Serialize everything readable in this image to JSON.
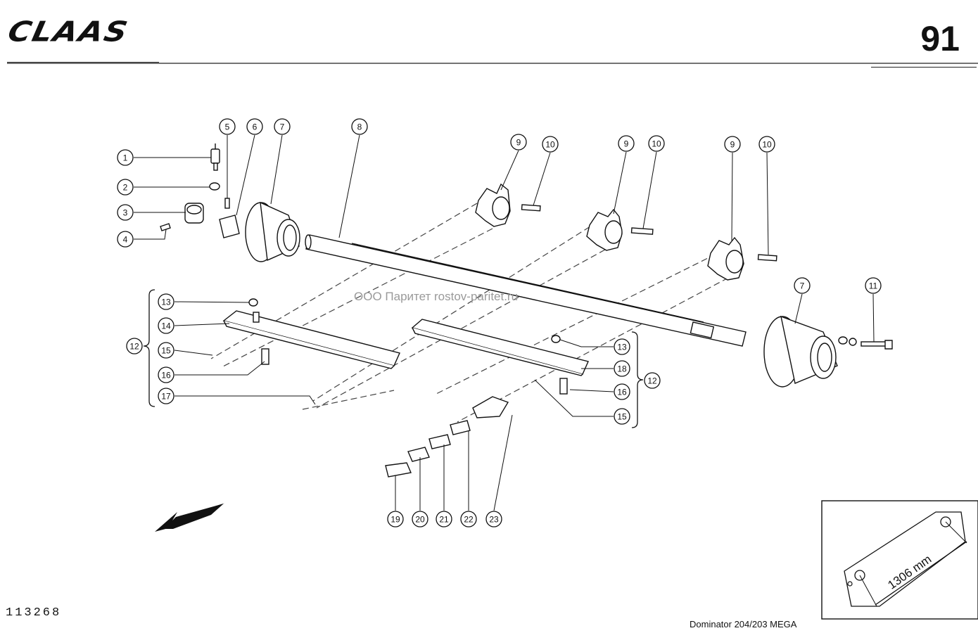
{
  "header": {
    "logo_text": "CLAAS",
    "page_number": "91"
  },
  "footer": {
    "drawing_number": "113268",
    "model": "Dominator 204/203 MEGA"
  },
  "watermark": "ООО Паритет    rostov-paritet.ru",
  "detail": {
    "dimension": "1306 mm"
  },
  "callouts": [
    {
      "id": "c1",
      "num": "1"
    },
    {
      "id": "c2",
      "num": "2"
    },
    {
      "id": "c3",
      "num": "3"
    },
    {
      "id": "c4",
      "num": "4"
    },
    {
      "id": "c5",
      "num": "5"
    },
    {
      "id": "c6",
      "num": "6"
    },
    {
      "id": "c7a",
      "num": "7"
    },
    {
      "id": "c8",
      "num": "8"
    },
    {
      "id": "c9a",
      "num": "9"
    },
    {
      "id": "c10a",
      "num": "10"
    },
    {
      "id": "c9b",
      "num": "9"
    },
    {
      "id": "c10b",
      "num": "10"
    },
    {
      "id": "c9c",
      "num": "9"
    },
    {
      "id": "c10c",
      "num": "10"
    },
    {
      "id": "c7b",
      "num": "7"
    },
    {
      "id": "c11",
      "num": "11"
    },
    {
      "id": "c13a",
      "num": "13"
    },
    {
      "id": "c14",
      "num": "14"
    },
    {
      "id": "c12a",
      "num": "12"
    },
    {
      "id": "c15a",
      "num": "15"
    },
    {
      "id": "c16a",
      "num": "16"
    },
    {
      "id": "c17",
      "num": "17"
    },
    {
      "id": "c13b",
      "num": "13"
    },
    {
      "id": "c18",
      "num": "18"
    },
    {
      "id": "c12b",
      "num": "12"
    },
    {
      "id": "c16b",
      "num": "16"
    },
    {
      "id": "c15b",
      "num": "15"
    },
    {
      "id": "c19",
      "num": "19"
    },
    {
      "id": "c20",
      "num": "20"
    },
    {
      "id": "c21",
      "num": "21"
    },
    {
      "id": "c22",
      "num": "22"
    },
    {
      "id": "c23",
      "num": "23"
    }
  ]
}
